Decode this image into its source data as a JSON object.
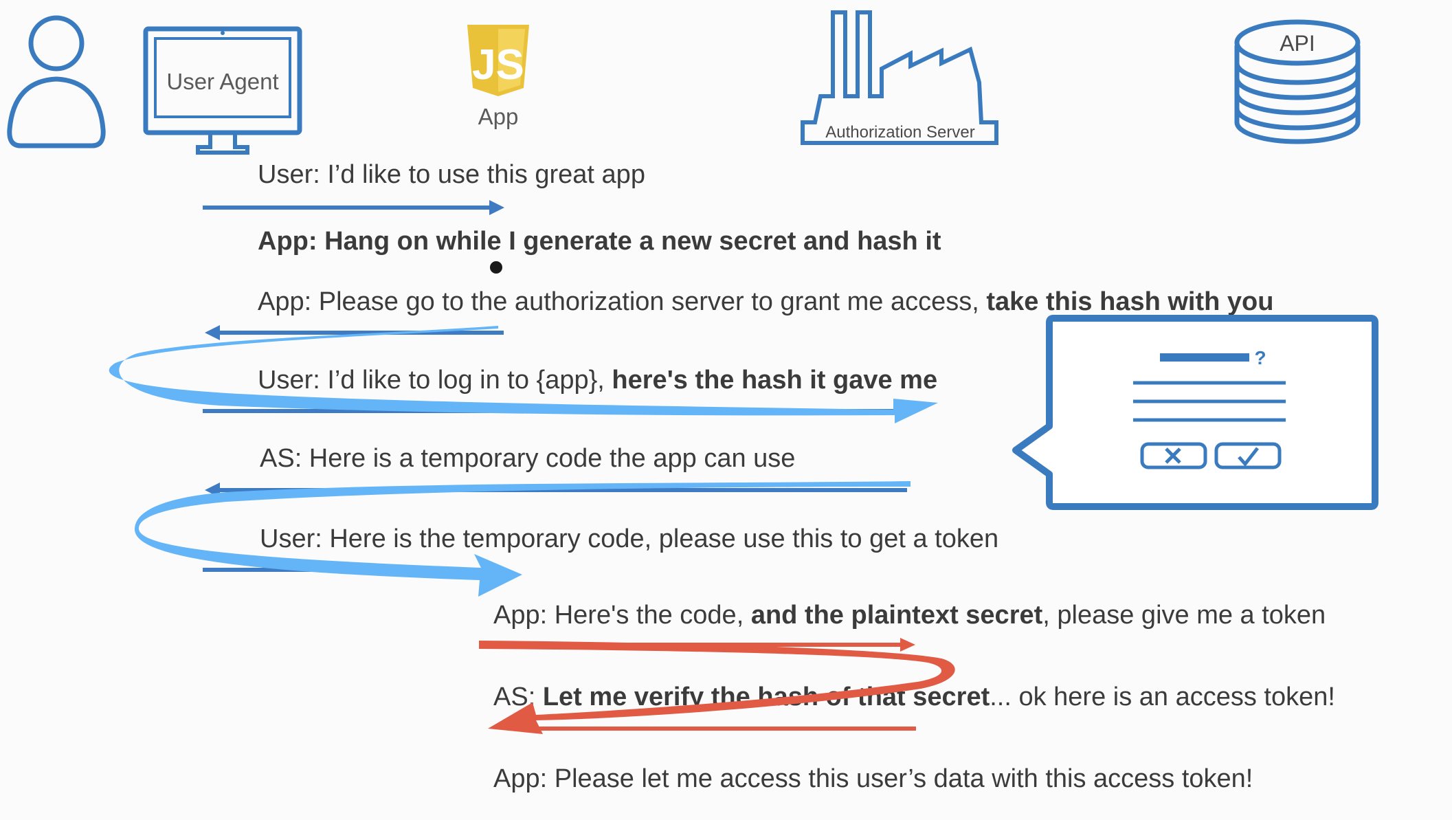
{
  "participants": {
    "user_agent": "User Agent",
    "app": "App",
    "app_logo": "JS",
    "auth_server": "Authorization Server",
    "api": "API"
  },
  "messages": [
    {
      "parts": [
        {
          "text": "User: I’d like to use this great app",
          "bold": false
        }
      ]
    },
    {
      "parts": [
        {
          "text": "App: Hang on while I generate a new secret and hash it",
          "bold": true
        }
      ]
    },
    {
      "parts": [
        {
          "text": "App: Please go to the authorization server to grant me access, ",
          "bold": false
        },
        {
          "text": "take this hash with you",
          "bold": true
        }
      ]
    },
    {
      "parts": [
        {
          "text": "User: I’d like to log in to {app}, ",
          "bold": false
        },
        {
          "text": "here's the hash it gave me",
          "bold": true
        }
      ]
    },
    {
      "parts": [
        {
          "text": "AS: Here is a temporary code the app can use",
          "bold": false
        }
      ]
    },
    {
      "parts": [
        {
          "text": "User: Here is the temporary code, please use this to get a token",
          "bold": false
        }
      ]
    },
    {
      "parts": [
        {
          "text": "App: Here's the code, ",
          "bold": false
        },
        {
          "text": "and the plaintext secret",
          "bold": true
        },
        {
          "text": ", please give me a token",
          "bold": false
        }
      ]
    },
    {
      "parts": [
        {
          "text": "AS: ",
          "bold": false
        },
        {
          "text": "Let me verify the hash of that secret",
          "bold": true
        },
        {
          "text": "... ok here is an access token!",
          "bold": false
        }
      ]
    },
    {
      "parts": [
        {
          "text": "App: Please let me access this user’s data with this access token!",
          "bold": false
        }
      ]
    }
  ],
  "consent_dialog": {
    "title_mark": "?",
    "deny_icon": "x-mark-icon",
    "approve_icon": "check-mark-icon"
  },
  "colors": {
    "outline_blue": "#3a7bbf",
    "arrow_blue": "#3f7bc2",
    "swoosh_blue": "#64b4f8",
    "red": "#e05a44",
    "text": "#3b3b3b",
    "js_yellow": "#e9c23a"
  }
}
